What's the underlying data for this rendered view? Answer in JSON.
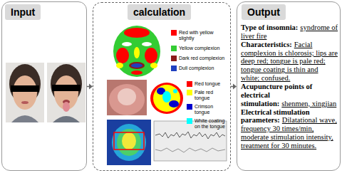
{
  "diagram": {
    "nodes": [
      {
        "text": [
          "Input"
        ]
      },
      {
        "text": [
          "calculation"
        ]
      },
      {
        "text": [
          "Output",
          "Type of insomnia:",
          "syndrome of liver fire",
          "Characteristics:",
          "Facial complexion is chlorosis; lips are deep red; tongue is pale red; tongue coating is thin and white; confused.",
          "Acupuncture points of electrical stimulation:",
          "shenmen, xingjian",
          "Electrical stimulation parameters:",
          "Dilatational wave, frequency 30 times/min, moderate stimulation intensity, treatment for 30 minutes."
        ]
      }
    ],
    "edges": [
      {
        "from": 0,
        "to": 1,
        "arrow": "to"
      },
      {
        "from": 1,
        "to": 2,
        "arrow": "to"
      }
    ],
    "legend": [
      {
        "text": "Red with yellow slightly",
        "color": "#ff0000"
      },
      {
        "text": "Yellow complexion",
        "color": "#33cc33"
      },
      {
        "text": "Dark red complexion",
        "color": "#8b1a1a"
      },
      {
        "text": "Dull complexion",
        "color": "#1f3fbf"
      },
      {
        "text": "Red tongue",
        "color": "#ff0000"
      },
      {
        "text": "Pale red tongue",
        "color": "#ffff00"
      },
      {
        "text": "Crimson tongue",
        "color": "#0000cc"
      },
      {
        "text": "White coating on the tongue",
        "color": "#00ffff"
      }
    ]
  }
}
